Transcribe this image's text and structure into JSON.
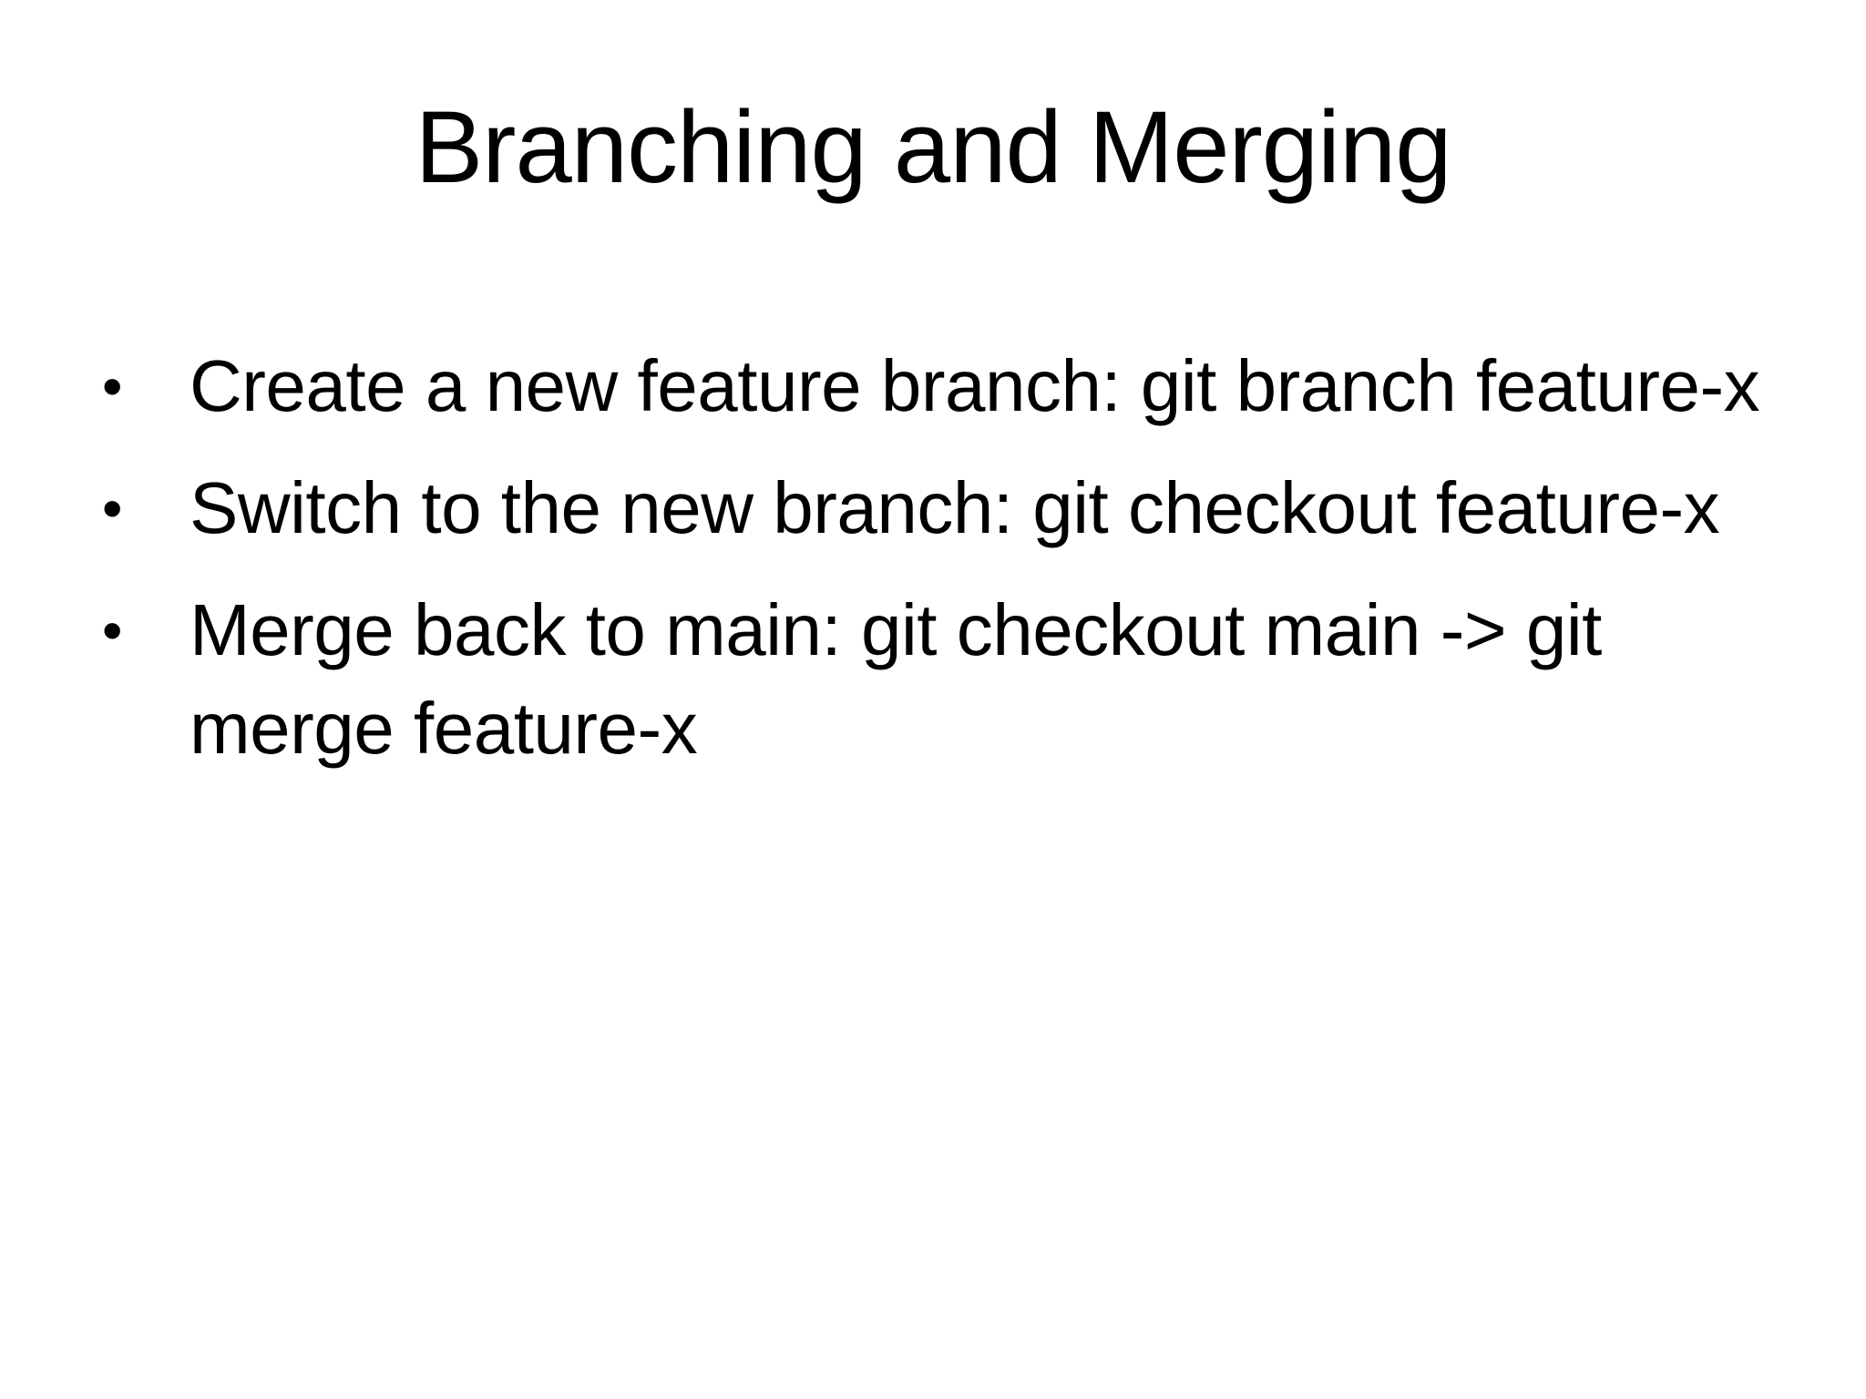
{
  "slide": {
    "title": "Branching and Merging",
    "bullet_char": "•",
    "bullets": [
      "Create a new feature branch: git branch feature-x",
      "Switch to the new branch: git checkout feature-x",
      "Merge back to main: git checkout main -> git merge feature-x"
    ]
  }
}
